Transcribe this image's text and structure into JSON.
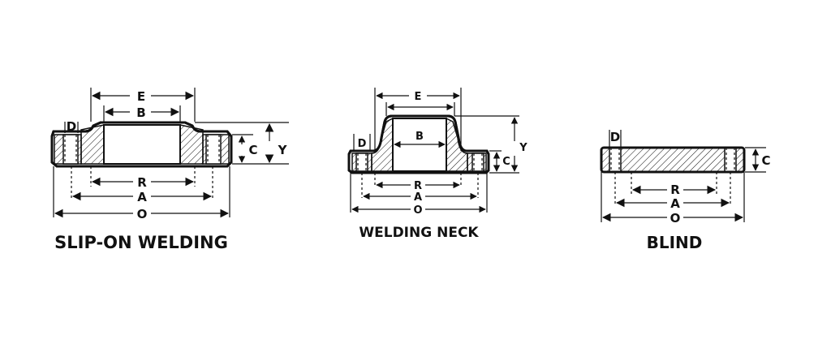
{
  "diagrams": [
    {
      "caption": "SLIP-ON WELDING",
      "labels": {
        "E": "E",
        "B": "B",
        "D": "D",
        "C": "C",
        "Y": "Y",
        "R": "R",
        "A": "A",
        "O": "O"
      }
    },
    {
      "caption": "WELDING NECK",
      "labels": {
        "E": "E",
        "B": "B",
        "D": "D",
        "C": "C",
        "Y": "Y",
        "R": "R",
        "A": "A",
        "O": "O"
      }
    },
    {
      "caption": "BLIND",
      "labels": {
        "D": "D",
        "C": "C",
        "R": "R",
        "A": "A",
        "O": "O"
      }
    }
  ],
  "colors": {
    "line": "#111111",
    "background": "#ffffff"
  }
}
